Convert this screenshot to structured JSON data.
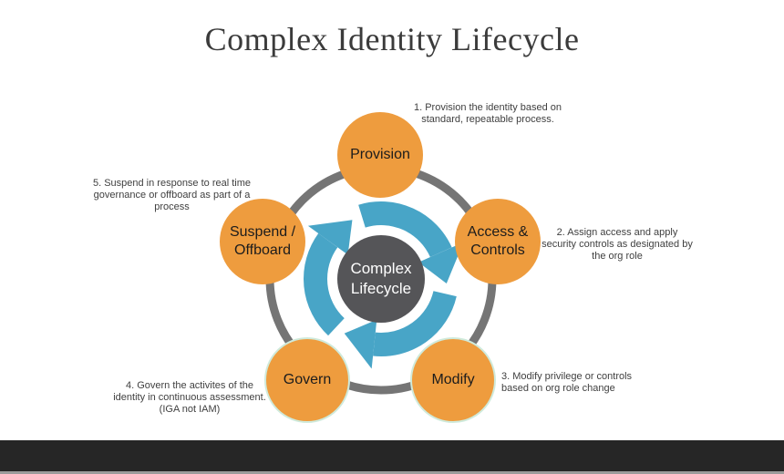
{
  "title": "Complex Identity Lifecycle",
  "center_label": "Complex\nLifecycle",
  "nodes": [
    {
      "id": "provision",
      "label": "Provision"
    },
    {
      "id": "access-controls",
      "label": "Access &\nControls"
    },
    {
      "id": "modify",
      "label": "Modify"
    },
    {
      "id": "govern",
      "label": "Govern"
    },
    {
      "id": "suspend-offboard",
      "label": "Suspend /\nOffboard"
    }
  ],
  "notes": [
    {
      "text": "1. Provision the identity based on\nstandard, repeatable process."
    },
    {
      "text": "2. Assign access and apply\nsecurity controls as designated by\nthe org role"
    },
    {
      "text": "3. Modify privilege or controls\nbased on org role change"
    },
    {
      "text": "4. Govern the activites of the\nidentity in continuous assessment.\n(IGA not IAM)"
    },
    {
      "text": "5. Suspend in response to real time\ngovernance or offboard as part of a\nprocess"
    }
  ],
  "colors": {
    "orange": "#EE9C3E",
    "arrow-blue": "#48A5C7",
    "ring-gray": "#757575",
    "center-gray": "#555558",
    "bar-black": "#262626",
    "bar-strip": "#9B9B9B",
    "title-text": "#3B3B3B",
    "note-text": "#3F3F3F",
    "node-text": "#1C1C1C"
  }
}
